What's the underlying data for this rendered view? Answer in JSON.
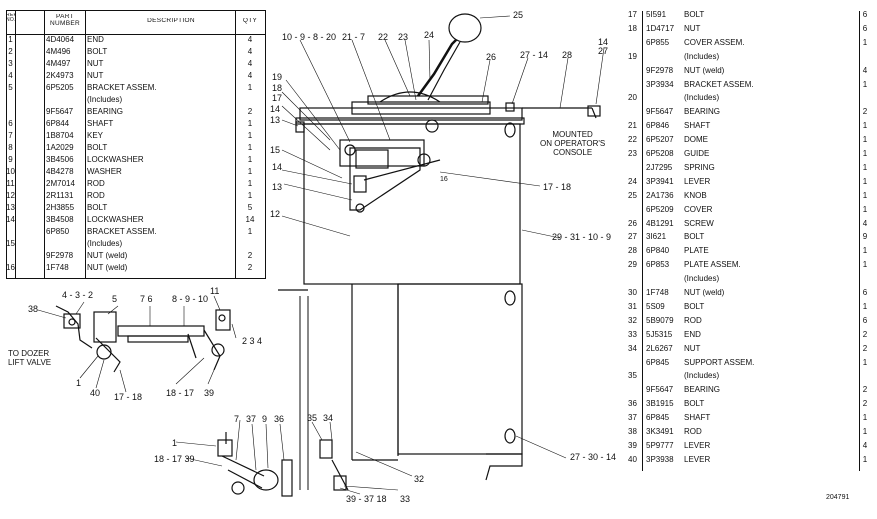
{
  "left_table": {
    "headers": {
      "ref_no": "REF. NO.",
      "part_number": "PART NUMBER",
      "description": "DESCRIPTION",
      "qty": "QTY"
    },
    "rows": [
      {
        "ref": "1",
        "part": "4D4064",
        "desc": "END",
        "qty": "4"
      },
      {
        "ref": "2",
        "part": "4M496",
        "desc": "BOLT",
        "qty": "4"
      },
      {
        "ref": "3",
        "part": "4M497",
        "desc": "NUT",
        "qty": "4"
      },
      {
        "ref": "4",
        "part": "2K4973",
        "desc": "NUT",
        "qty": "4"
      },
      {
        "ref": "5",
        "part": "6P5205",
        "desc": "BRACKET ASSEM.",
        "qty": "1"
      },
      {
        "ref": "",
        "part": "",
        "desc": "(Includes)",
        "qty": ""
      },
      {
        "ref": "",
        "part": "9F5647",
        "desc": "BEARING",
        "qty": "2"
      },
      {
        "ref": "6",
        "part": "6P844",
        "desc": "SHAFT",
        "qty": "1"
      },
      {
        "ref": "7",
        "part": "1B8704",
        "desc": "KEY",
        "qty": "1"
      },
      {
        "ref": "8",
        "part": "1A2029",
        "desc": "BOLT",
        "qty": "1"
      },
      {
        "ref": "9",
        "part": "3B4506",
        "desc": "LOCKWASHER",
        "qty": "1"
      },
      {
        "ref": "10",
        "part": "4B4278",
        "desc": "WASHER",
        "qty": "1"
      },
      {
        "ref": "11",
        "part": "2M7014",
        "desc": "ROD",
        "qty": "1"
      },
      {
        "ref": "12",
        "part": "2R1131",
        "desc": "ROD",
        "qty": "1"
      },
      {
        "ref": "13",
        "part": "2H3855",
        "desc": "BOLT",
        "qty": "5"
      },
      {
        "ref": "14",
        "part": "3B4508",
        "desc": "LOCKWASHER",
        "qty": "14"
      },
      {
        "ref": "",
        "part": "6P850",
        "desc": "BRACKET ASSEM.",
        "qty": "1"
      },
      {
        "ref": "15",
        "part": "",
        "desc": "(Includes)",
        "qty": ""
      },
      {
        "ref": "",
        "part": "9F2978",
        "desc": "NUT (weld)",
        "qty": "2"
      },
      {
        "ref": "16",
        "part": "1F748",
        "desc": "NUT (weld)",
        "qty": "2"
      }
    ]
  },
  "right_table": {
    "rows": [
      {
        "ref": "17",
        "part": "5I591",
        "desc": "BOLT",
        "qty": "6"
      },
      {
        "ref": "18",
        "part": "1D4717",
        "desc": "NUT",
        "qty": "6"
      },
      {
        "ref": "",
        "part": "6P855",
        "desc": "COVER ASSEM.",
        "qty": "1"
      },
      {
        "ref": "19",
        "part": "",
        "desc": "(Includes)",
        "qty": ""
      },
      {
        "ref": "",
        "part": "9F2978",
        "desc": "NUT (weld)",
        "qty": "4"
      },
      {
        "ref": "",
        "part": "3P3934",
        "desc": "BRACKET ASSEM.",
        "qty": "1"
      },
      {
        "ref": "20",
        "part": "",
        "desc": "(Includes)",
        "qty": ""
      },
      {
        "ref": "",
        "part": "9F5647",
        "desc": "BEARING",
        "qty": "2"
      },
      {
        "ref": "21",
        "part": "6P846",
        "desc": "SHAFT",
        "qty": "1"
      },
      {
        "ref": "22",
        "part": "6P5207",
        "desc": "DOME",
        "qty": "1"
      },
      {
        "ref": "23",
        "part": "6P5208",
        "desc": "GUIDE",
        "qty": "1"
      },
      {
        "ref": "",
        "part": "2J7295",
        "desc": "SPRING",
        "qty": "1"
      },
      {
        "ref": "24",
        "part": "3P3941",
        "desc": "LEVER",
        "qty": "1"
      },
      {
        "ref": "25",
        "part": "2A1736",
        "desc": "KNOB",
        "qty": "1"
      },
      {
        "ref": "",
        "part": "6P5209",
        "desc": "COVER",
        "qty": "1"
      },
      {
        "ref": "26",
        "part": "4B1291",
        "desc": "SCREW",
        "qty": "4"
      },
      {
        "ref": "27",
        "part": "3I621",
        "desc": "BOLT",
        "qty": "9"
      },
      {
        "ref": "28",
        "part": "6P840",
        "desc": "PLATE",
        "qty": "1"
      },
      {
        "ref": "29",
        "part": "6P853",
        "desc": "PLATE ASSEM.",
        "qty": "1"
      },
      {
        "ref": "",
        "part": "",
        "desc": "(Includes)",
        "qty": ""
      },
      {
        "ref": "30",
        "part": "1F748",
        "desc": "NUT (weld)",
        "qty": "6"
      },
      {
        "ref": "31",
        "part": "5S09",
        "desc": "BOLT",
        "qty": "1"
      },
      {
        "ref": "32",
        "part": "5B9079",
        "desc": "ROD",
        "qty": "6"
      },
      {
        "ref": "33",
        "part": "5J5315",
        "desc": "END",
        "qty": "2"
      },
      {
        "ref": "34",
        "part": "2L6267",
        "desc": "NUT",
        "qty": "2"
      },
      {
        "ref": "",
        "part": "6P845",
        "desc": "SUPPORT ASSEM.",
        "qty": "1"
      },
      {
        "ref": "35",
        "part": "",
        "desc": "(Includes)",
        "qty": ""
      },
      {
        "ref": "",
        "part": "9F5647",
        "desc": "BEARING",
        "qty": "2"
      },
      {
        "ref": "36",
        "part": "3B1915",
        "desc": "BOLT",
        "qty": "2"
      },
      {
        "ref": "37",
        "part": "6P845",
        "desc": "SHAFT",
        "qty": "1"
      },
      {
        "ref": "38",
        "part": "3K3491",
        "desc": "ROD",
        "qty": "1"
      },
      {
        "ref": "39",
        "part": "5P9777",
        "desc": "LEVER",
        "qty": "4"
      },
      {
        "ref": "40",
        "part": "3P3938",
        "desc": "LEVER",
        "qty": "1"
      }
    ]
  },
  "callouts": {
    "c25": "25",
    "c10_9_8_20": "10 - 9 - 8 - 20",
    "c21_7": "21 - 7",
    "c22": "22",
    "c23": "23",
    "c24": "24",
    "c27_14a": "27 - 14",
    "c28": "28",
    "c14_27": "14\n27",
    "c26": "26",
    "c19": "19",
    "c18": "18",
    "c17": "17",
    "c14a": "14",
    "c13a": "13",
    "c15": "15",
    "c14b": "14",
    "c13b": "13",
    "c12": "12",
    "c17_18a": "17 - 18",
    "c16": "16",
    "c29_31_10_9": "29 - 31 - 10 - 9",
    "c27_30_14": "27 - 30 - 14",
    "c35": "35",
    "c34": "34",
    "c32": "32",
    "c33": "33",
    "c39_37_18": "39 - 37  18",
    "c7": "7",
    "c37": "37",
    "c9": "9",
    "c36": "36",
    "c1b": "1",
    "c18_17_39b": "18 - 17  39",
    "c4_3_2": "4 - 3 - 2",
    "c5": "5",
    "c7_6": "7  6",
    "c8_9_10": "8 - 9 - 10",
    "c11": "11",
    "c38": "38",
    "c2_3_4": "2   3   4",
    "c1a": "1",
    "c40": "40",
    "c17_18b": "17 - 18",
    "c18_17": "18 - 17",
    "c39": "39"
  },
  "labels": {
    "mounted": "MOUNTED\nON OPERATOR'S\nCONSOLE",
    "dozer": "TO DOZER\nLIFT VALVE",
    "figure_no": "204791"
  }
}
